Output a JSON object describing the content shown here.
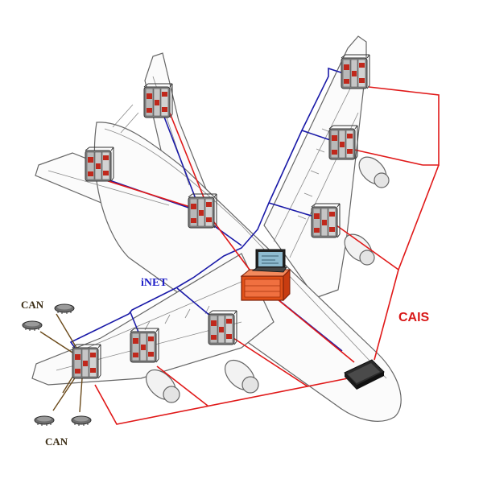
{
  "labels": {
    "inet": "iNET",
    "cais": "CAIS",
    "can_top": "CAN",
    "can_bottom": "CAN"
  },
  "colors": {
    "inet": "#1a1aa8",
    "inet_label": "#2020c8",
    "cais": "#e01818",
    "cais_label": "#d81818",
    "can": "#6b4a1a",
    "can_label": "#3a2c14",
    "airframe": "#555555"
  },
  "icons": {
    "data_acquisition_unit": "daq-module-icon",
    "ground_station": "laptop-station-icon",
    "recorder": "recorder-box-icon",
    "can_sensor": "can-sensor-icon"
  }
}
